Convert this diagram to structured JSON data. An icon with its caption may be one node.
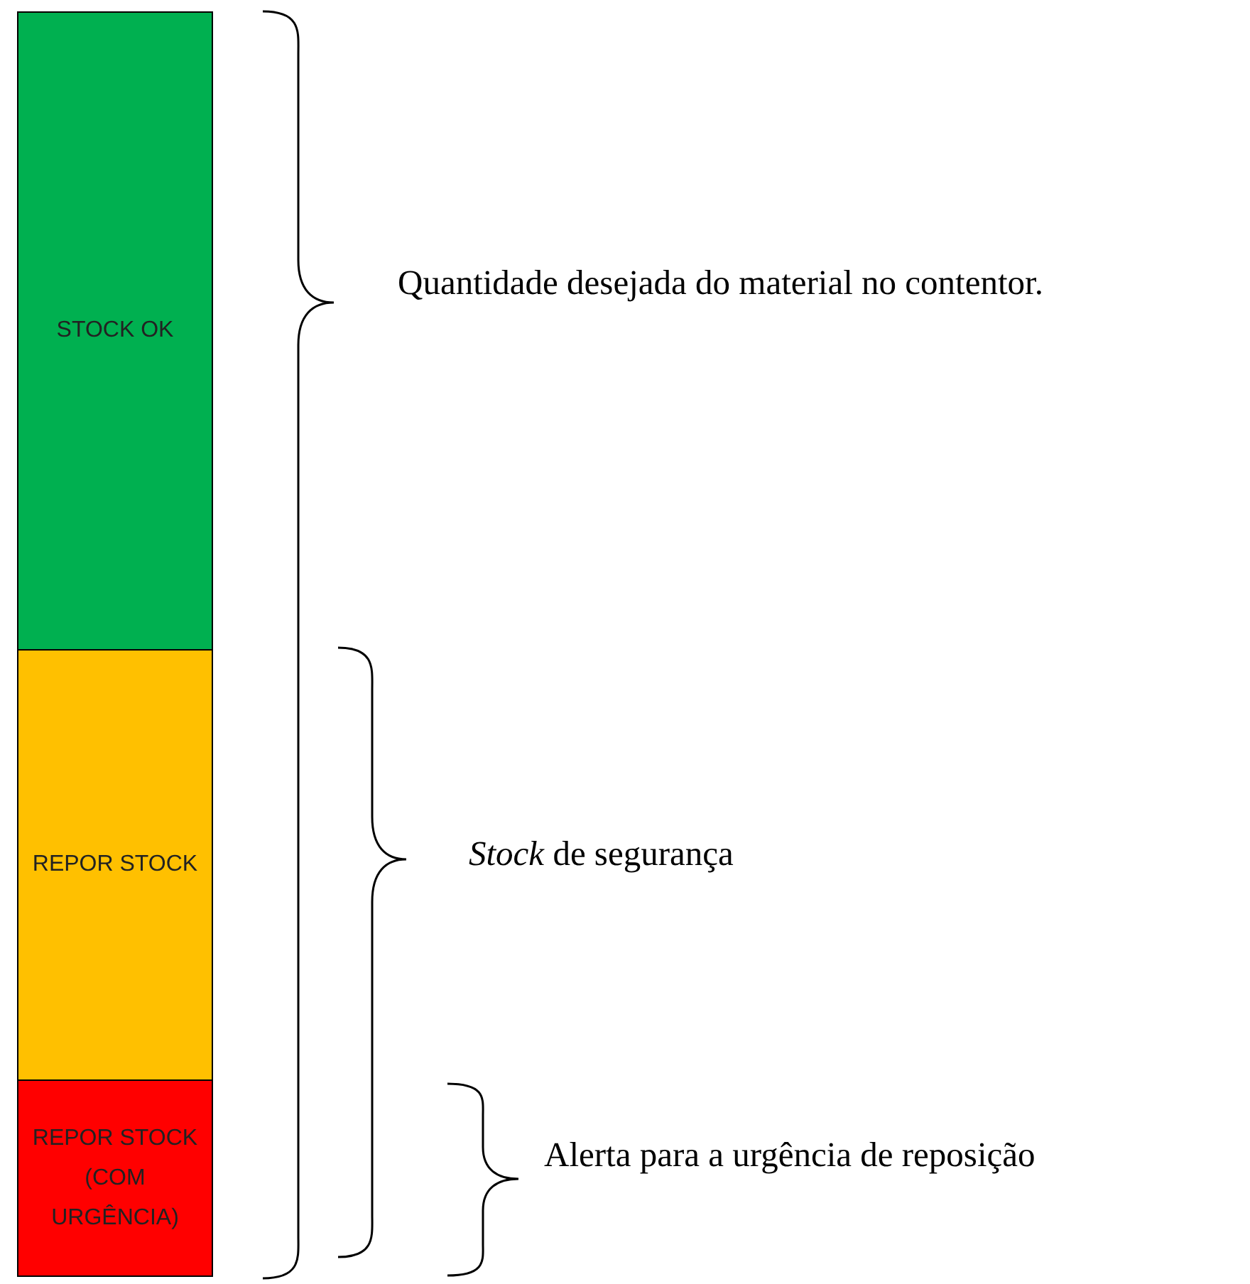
{
  "diagram": {
    "nodes": [
      {
        "text": [
          "STOCK OK"
        ]
      },
      {
        "text": [
          "REPOR STOCK"
        ]
      },
      {
        "text": [
          "REPOR STOCK (COM URGÊNCIA)"
        ]
      }
    ],
    "labels": [
      "Quantidade desejada do material no contentor.",
      "*Stock* de segurança",
      "Alerta para a urgência de reposição"
    ]
  }
}
